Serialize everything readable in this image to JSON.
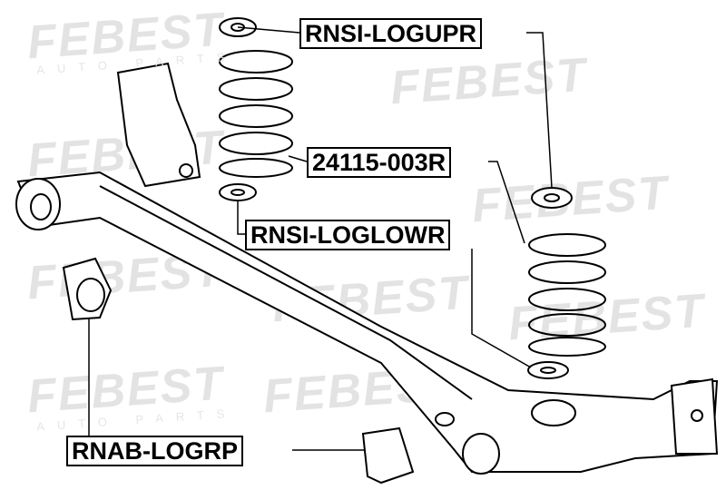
{
  "watermark": {
    "brand": "FEBEST",
    "sub": "AUTO PARTS"
  },
  "labels": {
    "upper_mount": "RNSI-LOGUPR",
    "spring": "24115-003R",
    "lower_mount": "RNSI-LOGLOWR",
    "bushing": "RNAB-LOGRP"
  }
}
